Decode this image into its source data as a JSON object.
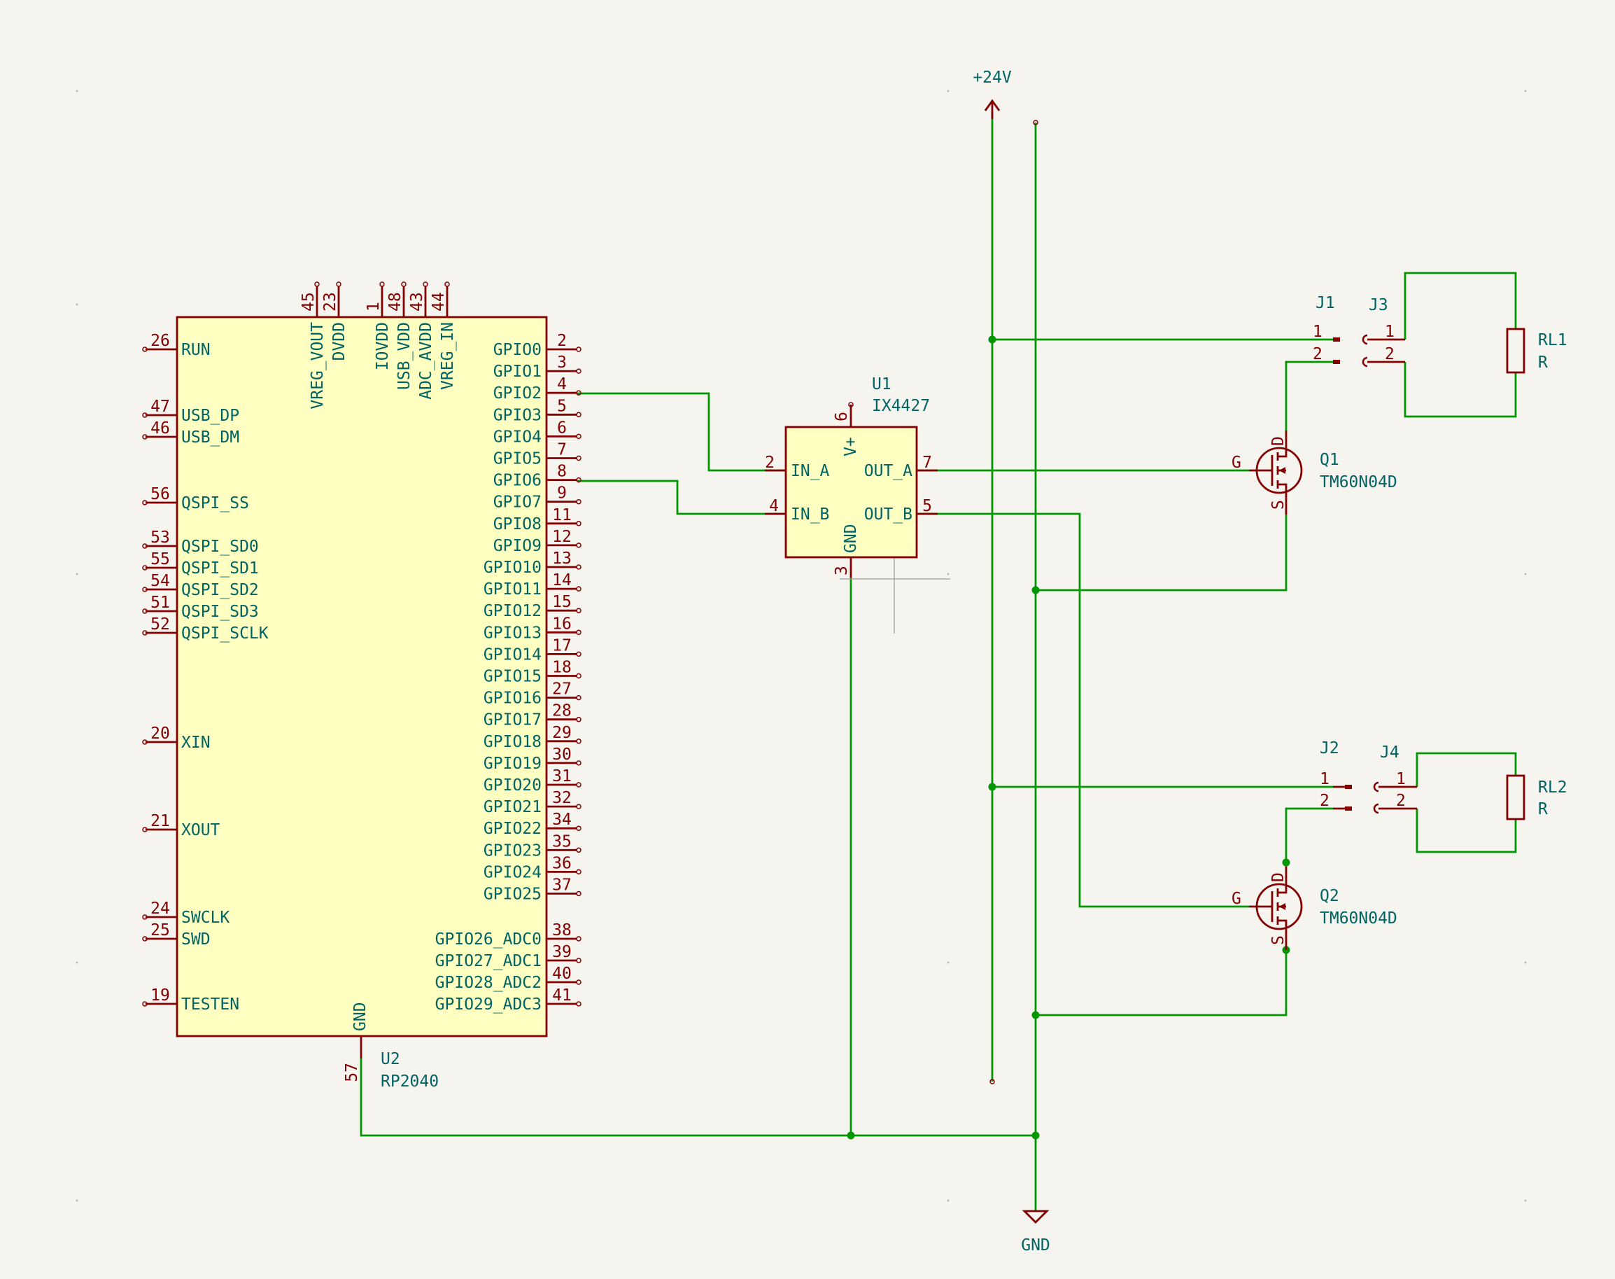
{
  "u2": {
    "ref": "U2",
    "value": "RP2040",
    "left_pins": [
      {
        "num": "26",
        "name": "RUN"
      },
      {
        "num": "47",
        "name": "USB_DP"
      },
      {
        "num": "46",
        "name": "USB_DM"
      },
      {
        "num": "56",
        "name": "QSPI_SS"
      },
      {
        "num": "53",
        "name": "QSPI_SD0"
      },
      {
        "num": "55",
        "name": "QSPI_SD1"
      },
      {
        "num": "54",
        "name": "QSPI_SD2"
      },
      {
        "num": "51",
        "name": "QSPI_SD3"
      },
      {
        "num": "52",
        "name": "QSPI_SCLK"
      },
      {
        "num": "20",
        "name": "XIN"
      },
      {
        "num": "21",
        "name": "XOUT"
      },
      {
        "num": "24",
        "name": "SWCLK"
      },
      {
        "num": "25",
        "name": "SWD"
      },
      {
        "num": "19",
        "name": "TESTEN"
      }
    ],
    "right_pins": [
      {
        "num": "2",
        "name": "GPIO0"
      },
      {
        "num": "3",
        "name": "GPIO1"
      },
      {
        "num": "4",
        "name": "GPIO2"
      },
      {
        "num": "5",
        "name": "GPIO3"
      },
      {
        "num": "6",
        "name": "GPIO4"
      },
      {
        "num": "7",
        "name": "GPIO5"
      },
      {
        "num": "8",
        "name": "GPIO6"
      },
      {
        "num": "9",
        "name": "GPIO7"
      },
      {
        "num": "11",
        "name": "GPIO8"
      },
      {
        "num": "12",
        "name": "GPIO9"
      },
      {
        "num": "13",
        "name": "GPIO10"
      },
      {
        "num": "14",
        "name": "GPIO11"
      },
      {
        "num": "15",
        "name": "GPIO12"
      },
      {
        "num": "16",
        "name": "GPIO13"
      },
      {
        "num": "17",
        "name": "GPIO14"
      },
      {
        "num": "18",
        "name": "GPIO15"
      },
      {
        "num": "27",
        "name": "GPIO16"
      },
      {
        "num": "28",
        "name": "GPIO17"
      },
      {
        "num": "29",
        "name": "GPIO18"
      },
      {
        "num": "30",
        "name": "GPIO19"
      },
      {
        "num": "31",
        "name": "GPIO20"
      },
      {
        "num": "32",
        "name": "GPIO21"
      },
      {
        "num": "34",
        "name": "GPIO22"
      },
      {
        "num": "35",
        "name": "GPIO23"
      },
      {
        "num": "36",
        "name": "GPIO24"
      },
      {
        "num": "37",
        "name": "GPIO25"
      },
      {
        "num": "38",
        "name": "GPIO26_ADC0"
      },
      {
        "num": "39",
        "name": "GPIO27_ADC1"
      },
      {
        "num": "40",
        "name": "GPIO28_ADC2"
      },
      {
        "num": "41",
        "name": "GPIO29_ADC3"
      }
    ],
    "top_pins": [
      {
        "num": "45",
        "name": "VREG_VOUT"
      },
      {
        "num": "23",
        "name": "DVDD"
      },
      {
        "num": "1",
        "name": "IOVDD"
      },
      {
        "num": "48",
        "name": "USB_VDD"
      },
      {
        "num": "43",
        "name": "ADC_AVDD"
      },
      {
        "num": "44",
        "name": "VREG_IN"
      }
    ],
    "bottom_pin": {
      "num": "57",
      "name": "GND"
    }
  },
  "u1": {
    "ref": "U1",
    "value": "IX4427",
    "pins": {
      "in_a": {
        "num": "2",
        "name": "IN_A"
      },
      "in_b": {
        "num": "4",
        "name": "IN_B"
      },
      "out_a": {
        "num": "7",
        "name": "OUT_A"
      },
      "out_b": {
        "num": "5",
        "name": "OUT_B"
      },
      "vplus": {
        "num": "6",
        "name": "V+"
      },
      "gnd": {
        "num": "3",
        "name": "GND"
      }
    }
  },
  "q1": {
    "ref": "Q1",
    "value": "TM60N04D",
    "g": "G",
    "d": "D",
    "s": "S"
  },
  "q2": {
    "ref": "Q2",
    "value": "TM60N04D",
    "g": "G",
    "d": "D",
    "s": "S"
  },
  "j1": {
    "ref": "J1",
    "p1": "1",
    "p2": "2"
  },
  "j2": {
    "ref": "J2",
    "p1": "1",
    "p2": "2"
  },
  "j3": {
    "ref": "J3",
    "p1": "1",
    "p2": "2"
  },
  "j4": {
    "ref": "J4",
    "p1": "1",
    "p2": "2"
  },
  "rl1": {
    "ref": "RL1",
    "value": "R"
  },
  "rl2": {
    "ref": "RL2",
    "value": "R"
  },
  "power": {
    "vplus_label": "+24V",
    "gnd_label": "GND"
  },
  "colors": {
    "wire": "#009700",
    "symbol": "#840000",
    "text": "#006464",
    "body_fill": "#ffffc2",
    "background": "#f5f4ef"
  }
}
